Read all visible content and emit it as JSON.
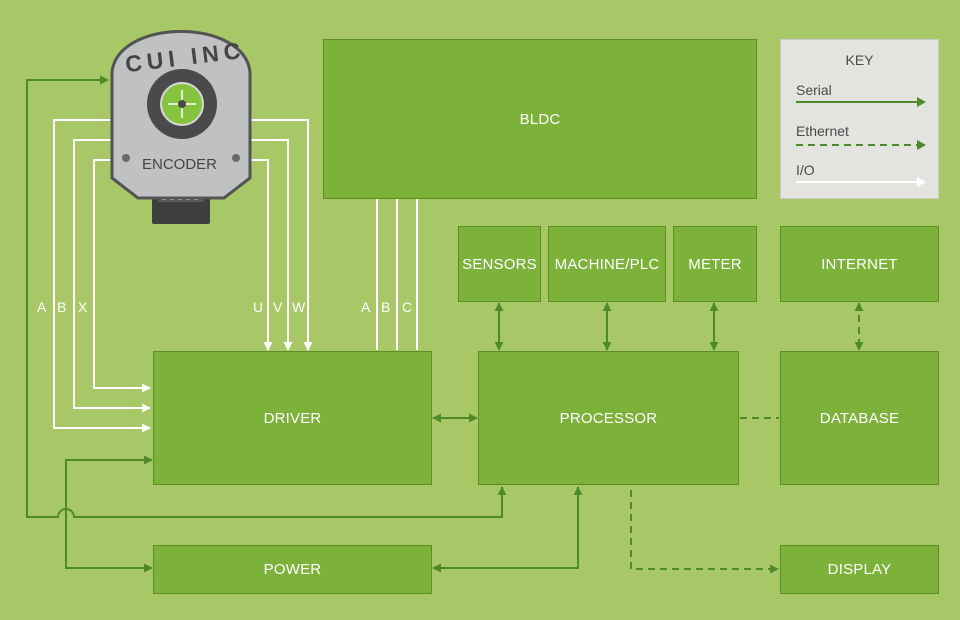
{
  "blocks": {
    "bldc": "BLDC",
    "sensors": "SENSORS",
    "machine_plc": "MACHINE/PLC",
    "meter": "METER",
    "internet": "INTERNET",
    "driver": "DRIVER",
    "processor": "PROCESSOR",
    "database": "DATABASE",
    "power": "POWER",
    "display": "DISPLAY"
  },
  "encoder": {
    "brand": "CUI INC",
    "label": "ENCODER"
  },
  "key": {
    "title": "KEY",
    "serial": "Serial",
    "ethernet": "Ethernet",
    "io": "I/O"
  },
  "signals": {
    "encoder_a": "A",
    "encoder_b": "B",
    "encoder_x": "X",
    "hall_u": "U",
    "hall_v": "V",
    "hall_w": "W",
    "bldc_a": "A",
    "bldc_b": "B",
    "bldc_c": "C"
  },
  "colors": {
    "background": "#a8c868",
    "block": "#7db23a",
    "serial_line": "#4d8a2a",
    "io_line": "#ffffff",
    "key_panel": "#e3e4df"
  }
}
